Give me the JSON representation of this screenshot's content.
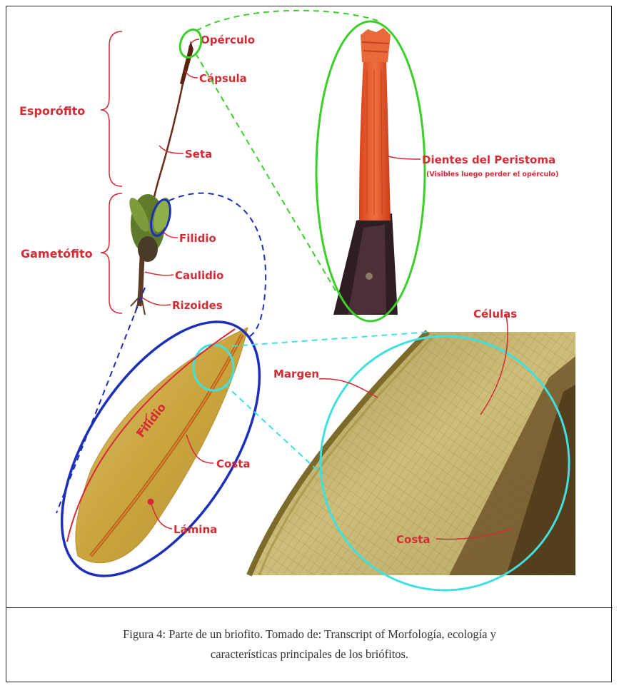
{
  "diagram": {
    "groups": {
      "sporophyte": "Esporófito",
      "gametophyte": "Gametófito"
    },
    "labels": {
      "operculum": "Opérculo",
      "capsule": "Cápsula",
      "seta": "Seta",
      "phyllid_top": "Filidio",
      "caulid": "Caulidio",
      "rhizoids": "Rizoides",
      "peristome_teeth": "Dientes del Peristoma",
      "peristome_note": "(Visibles luego perder el opérculo)",
      "phyllid_leaf": "Filidio",
      "costa_leaf": "Costa",
      "lamina": "Lámina",
      "cells": "Células",
      "margin": "Margen",
      "costa_micro": "Costa"
    }
  },
  "caption": {
    "line1": "Figura 4: Parte de un briofito. Tomado de: Transcript of Morfología, ecología y",
    "line2": "características principales de los briófitos."
  },
  "colors": {
    "label_red": "#d52b35",
    "green_circle": "#3ccf2a",
    "blue_circle": "#1c2fb8",
    "cyan_circle": "#3fe0e0"
  }
}
